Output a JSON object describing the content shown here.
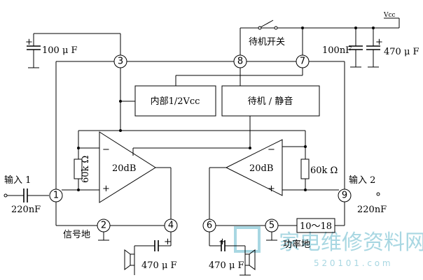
{
  "labels": {
    "standby_switch": "待机开关",
    "vcc": "Vcc",
    "cap_100uf": "100 μ F",
    "cap_100nf": "100nF",
    "cap_470uf_supply": "470 μ F",
    "cap_470uf_left": "470 μ F",
    "cap_470uf_right": "470 μ F",
    "internal_block": "内部1/2Vcc",
    "standby_mute_block": "待机 / 静音",
    "amp_left_gain": "20dB",
    "amp_right_gain": "20dB",
    "resistor_left": "60k Ω",
    "resistor_right": "60k Ω",
    "input1": "输入 1",
    "input2": "输入 2",
    "cap_220nf_left": "220nF",
    "cap_220nf_right": "220nF",
    "signal_ground": "信号地",
    "power_ground": "功率地",
    "range_box": "10～18",
    "minus": "−",
    "plus": "+"
  },
  "pins": {
    "p1": "1",
    "p2": "2",
    "p3": "3",
    "p4": "4",
    "p5": "5",
    "p6": "6",
    "p7": "7",
    "p8": "8",
    "p9": "9"
  },
  "watermark": {
    "cn": "家电维修资料网",
    "url": "5 2 0 1 0 1 . c o m"
  }
}
